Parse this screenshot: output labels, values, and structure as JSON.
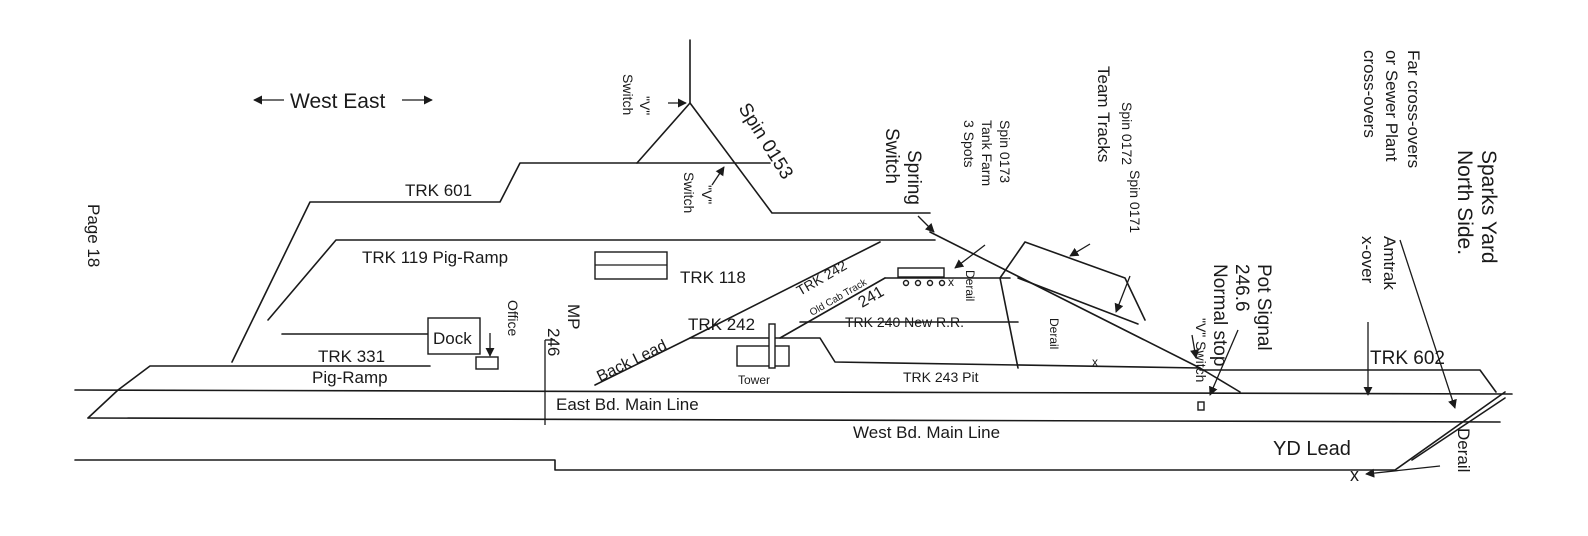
{
  "yard": {
    "title": "Sparks Yard",
    "subtitle": "North Side.",
    "page": "Page 18",
    "direction": "West East"
  },
  "tracks": {
    "trk601": "TRK 601",
    "trk119": "TRK 119 Pig-Ramp",
    "trk118": "TRK 118",
    "trk242": "TRK 242",
    "trk242_upper": "TRK 242",
    "trk241": "241",
    "old_cab": "Old Cab Track",
    "trk240": "TRK 240 New R.R.",
    "trk243": "TRK 243 Pit",
    "trk331": "TRK 331",
    "pig_ramp": "Pig-Ramp",
    "trk602": "TRK 602",
    "back_lead": "Back Lead",
    "east_main": "East Bd. Main Line",
    "west_main": "West Bd. Main Line",
    "yd_lead": "YD Lead"
  },
  "structures": {
    "dock": "Dock",
    "office": "Office",
    "tower": "Tower"
  },
  "markers": {
    "mp": "MP",
    "mp_num": "246",
    "v_switch_word": "\"V\"",
    "switch_word": "Switch",
    "v_switch_full": "\"V\" Switch",
    "spin0153": "Spin 0153",
    "spring1": "Spring",
    "spring2": "Switch",
    "spin0173": "Spin 0173",
    "tank_farm": "Tank Farm",
    "spots": "3 Spots",
    "team1": "Team Tracks",
    "team2": "Spin 0172",
    "spin0171": "Spin 0171",
    "derail": "Derail",
    "x_mark": "x",
    "pot1": "Pot Signal",
    "pot2": "246.6",
    "pot3": "Normal stop",
    "amtrak1": "Amtrak",
    "amtrak2": "x-over",
    "far1": "Far cross-overs",
    "far2": "or Sewer Plant",
    "far3": "cross-overs"
  }
}
